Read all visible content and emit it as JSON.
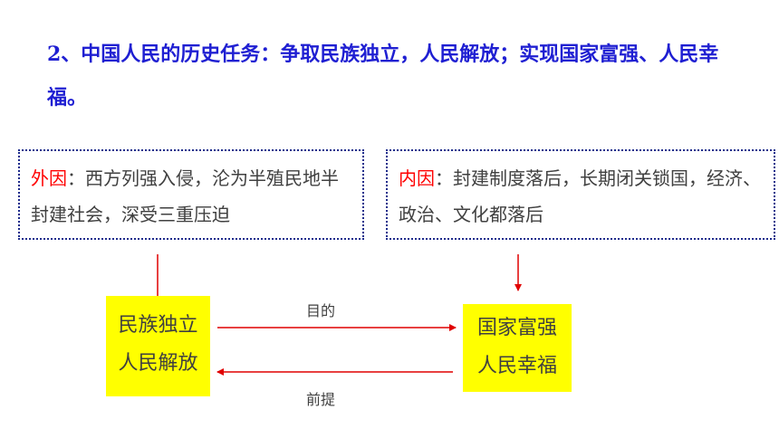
{
  "heading": "2、中国人民的历史任务：争取民族独立，人民解放；实现国家富强、人民幸福。",
  "external_cause": {
    "label": "外因",
    "colon": "：",
    "text": "西方列强入侵，沦为半殖民地半封建社会，深受三重压迫"
  },
  "internal_cause": {
    "label": "内因",
    "colon": "：",
    "text": "封建制度落后，长期闭关锁国，经济、政治、文化都落后"
  },
  "goal_left": {
    "line1": "民族独立",
    "line2": "人民解放"
  },
  "goal_right": {
    "line1": "国家富强",
    "line2": "人民幸福"
  },
  "relation_top": "目的",
  "relation_bottom": "前提",
  "colors": {
    "heading": "#1f1fd2",
    "label": "#ff0000",
    "highlight": "#ffff00",
    "arrow": "#e00000",
    "border": "#1e2c8c"
  }
}
